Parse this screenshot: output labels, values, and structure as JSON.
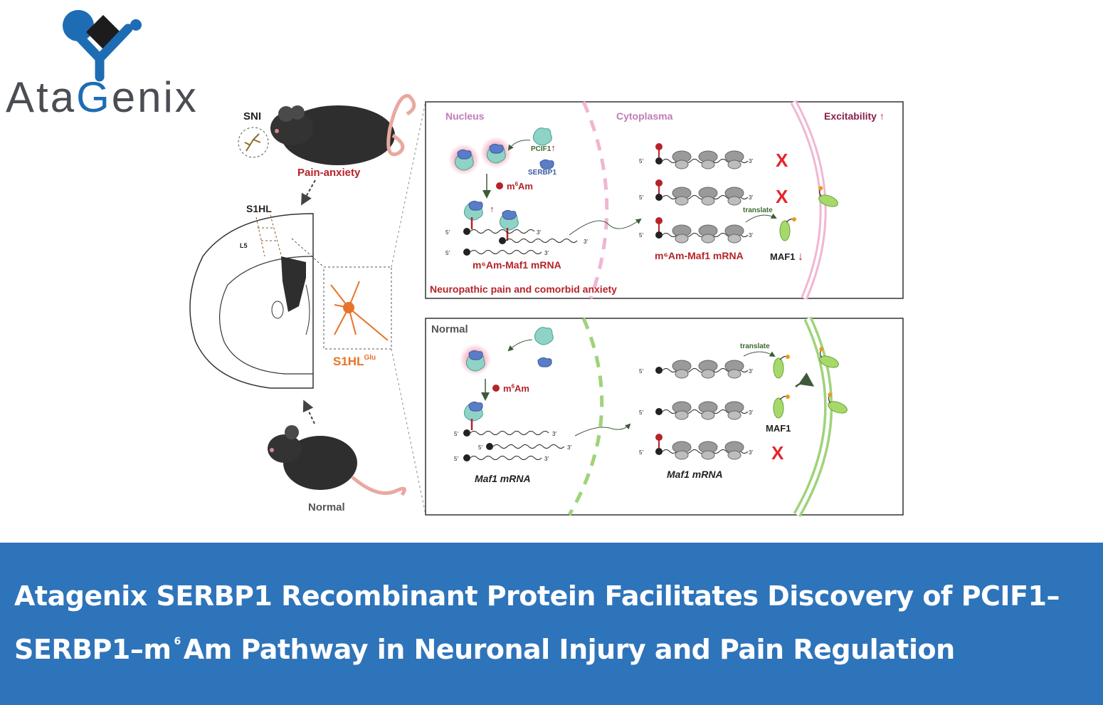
{
  "logo": {
    "word_prefix": "Ata",
    "word_g": "G",
    "word_suffix": "enix"
  },
  "left_panel": {
    "sni_label": "SNI",
    "pain_anxiety_label": "Pain-anxiety",
    "s1hl_label": "S1HL",
    "l5_label": "L5",
    "s1hl_glu_label": "S1HL",
    "s1hl_glu_sup": "Glu",
    "normal_label": "Normal"
  },
  "top_box": {
    "nucleus": "Nucleus",
    "cytoplasma": "Cytoplasma",
    "excitability": "Excitability",
    "up_arrow": "↑",
    "pcif1": "PCIF1",
    "serbp1": "SERBP1",
    "m6am_pre": "m",
    "m6am_sup": "6",
    "m6am_post": "Am",
    "mrna_left_label": "m⁶Am-Maf1 mRNA",
    "mrna_right_label": "m⁶Am-Maf1 mRNA",
    "translate": "translate",
    "maf1": "MAF1",
    "down_arrow": "↓",
    "caption": "Neuropathic pain and comorbid anxiety",
    "five": "5′",
    "three": "3′",
    "x_mark": "X"
  },
  "bottom_box": {
    "normal": "Normal",
    "m6am_pre": "m",
    "m6am_sup": "6",
    "m6am_post": "Am",
    "translate": "translate",
    "maf1": "MAF1",
    "mrna_left_label": "Maf1 mRNA",
    "mrna_right_label": "Maf1 mRNA",
    "x_mark": "X"
  },
  "banner": {
    "line1": "Atagenix SERBP1 Recombinant Protein Facilitates Discovery of PCIF1–",
    "line2_pre": "SERBP1–m",
    "line2_sup": "6",
    "line2_post": "Am Pathway in Neuronal Injury and Pain Regulation"
  },
  "colors": {
    "logo_blue": "#1e6cb3",
    "banner_blue": "#2e74ba",
    "red_label": "#b5232a",
    "purple_label": "#c27bb6",
    "orange_neuron": "#e8732a",
    "green_membrane": "#9fd37a",
    "pink_membrane": "#f1b6d3"
  }
}
